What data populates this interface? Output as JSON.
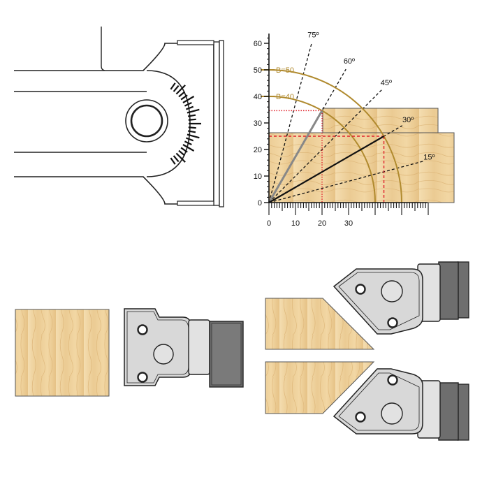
{
  "colors": {
    "arc": "#B08A2E",
    "guide": "#E0202A",
    "wood_light": "#F2D9A8",
    "wood_mid": "#E9C58C",
    "wood_grain": "#D9AE6E",
    "steel_light": "#D8D8D8",
    "steel_dark": "#6E6E6E",
    "outline": "#222222"
  },
  "chart_data": {
    "type": "diagram",
    "y_ticks": [
      "0",
      "10",
      "20",
      "30",
      "40",
      "50",
      "60"
    ],
    "x_ticks": [
      "0",
      "10",
      "20",
      "30"
    ],
    "angle_lines": [
      {
        "label": "75º",
        "deg": 75
      },
      {
        "label": "60º",
        "deg": 60
      },
      {
        "label": "45º",
        "deg": 45
      },
      {
        "label": "30º",
        "deg": 30
      },
      {
        "label": "15º",
        "deg": 15
      }
    ],
    "arcs": [
      {
        "label": "B=50",
        "radius": 50
      },
      {
        "label": "B=40",
        "radius": 40
      }
    ],
    "highlighted_cuts": [
      {
        "angle": 60,
        "length": 40
      },
      {
        "angle": 30,
        "length": 50
      }
    ]
  },
  "icons": {
    "cutter_head": "cutter-head-top-view",
    "wood_block": "wood-block",
    "knife_profile": "knife-profile"
  }
}
